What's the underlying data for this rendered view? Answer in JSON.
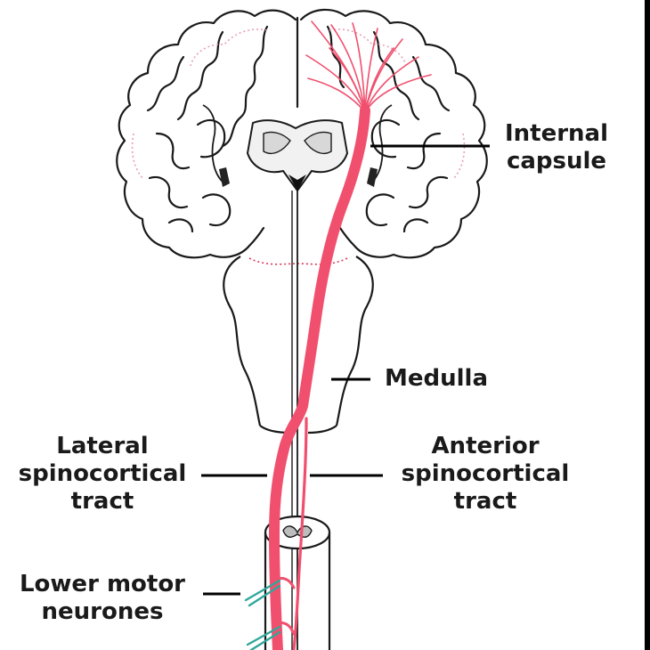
{
  "labels": {
    "internal_capsule": [
      "Internal",
      "capsule"
    ],
    "medulla": "Medulla",
    "lateral_tract": [
      "Lateral",
      "spinocortical",
      "tract"
    ],
    "anterior_tract": [
      "Anterior",
      "spinocortical",
      "tract"
    ],
    "lower_motor": [
      "Lower motor",
      "neurones"
    ]
  },
  "colors": {
    "tract": "#f0506e",
    "tract_dark": "#d9365a",
    "neurone": "#2fa79a",
    "outline": "#1a1a1a",
    "frame": "#000000"
  }
}
